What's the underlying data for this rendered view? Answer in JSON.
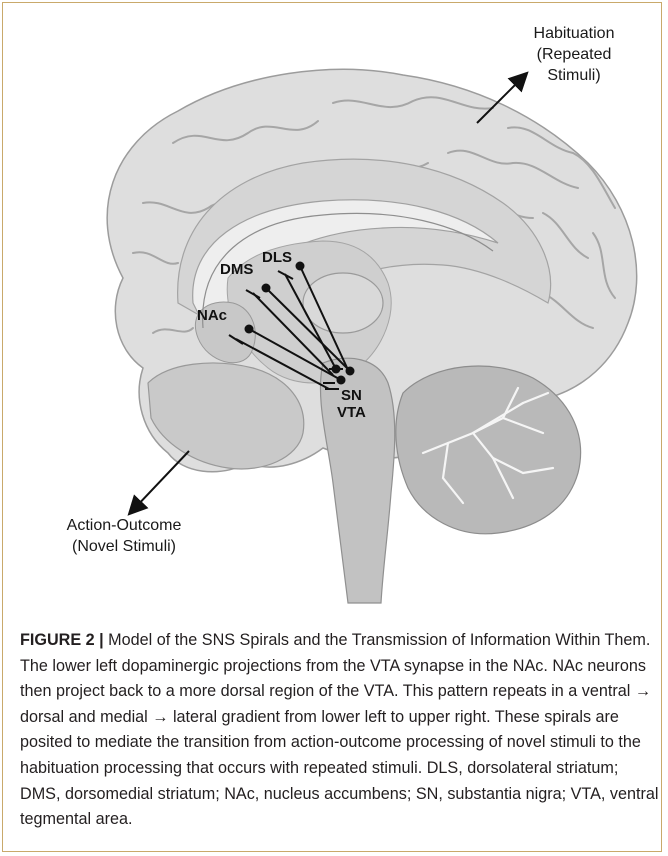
{
  "diagram": {
    "labels": {
      "habituation_line1": "Habituation",
      "habituation_line2": "(Repeated Stimuli)",
      "action_line1": "Action-Outcome",
      "action_line2": "(Novel Stimuli)",
      "dms": "DMS",
      "dls": "DLS",
      "nac": "NAc",
      "sn": "SN",
      "vta": "VTA"
    }
  },
  "caption": {
    "lead": "FIGURE 2 |",
    "text": " Model of the SNS Spirals and the Transmission of Information Within Them. The lower left dopaminergic projections from the VTA synapse in the NAc. NAc neurons then project back to a more dorsal region of the VTA. This pattern repeats in a ventral → dorsal and medial → lateral gradient from lower left to upper right. These spirals are posited to mediate the transition from action-outcome processing of novel stimuli to the habituation processing that occurs with repeated stimuli. DLS, dorsolateral striatum; DMS, dorsomedial striatum; NAc, nucleus accumbens; SN, substantia nigra; VTA, ventral tegmental area."
  },
  "colors": {
    "border": "#c9a96b",
    "brain_fill": "#dcdcdc",
    "cortex_fill": "#d2d2d2",
    "ventricle_fill": "#ececec",
    "stem_fill": "#c4c4c4",
    "cerebellum_fill": "#b9b9b9"
  }
}
